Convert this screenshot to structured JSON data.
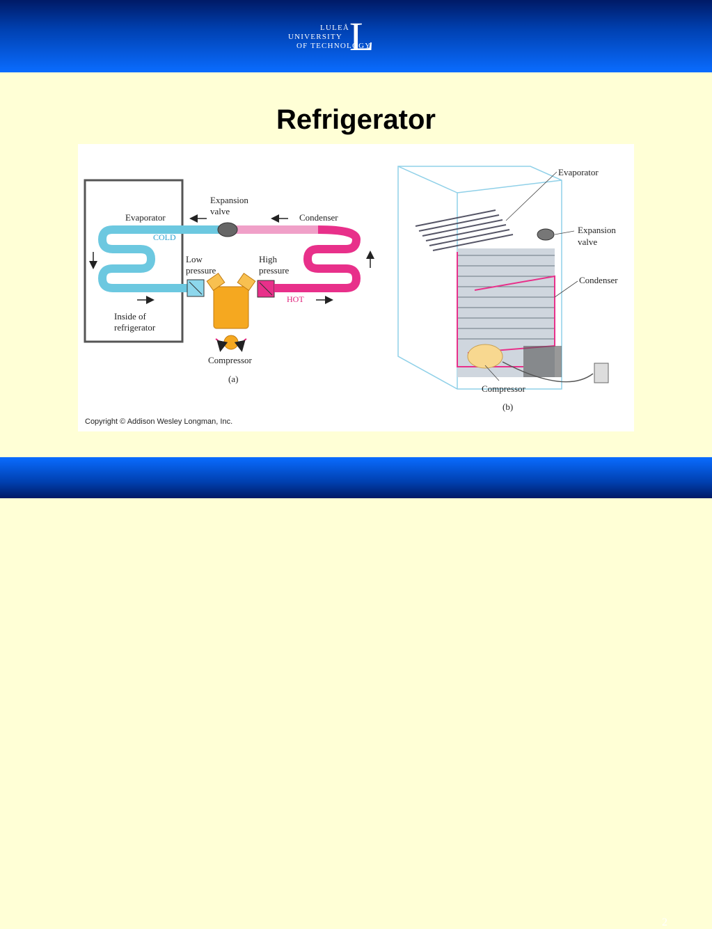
{
  "logo": {
    "line1": "LULEÅ",
    "line2": "UNIVERSITY",
    "line3": "OF TECHNOLOGY",
    "letter": "L"
  },
  "slide": {
    "title": "Refrigerator",
    "page_number": "2"
  },
  "figure_a": {
    "evaporator": "Evaporator",
    "expansion_line1": "Expansion",
    "expansion_line2": "valve",
    "condenser": "Condenser",
    "cold": "COLD",
    "low_line1": "Low",
    "low_line2": "pressure",
    "high_line1": "High",
    "high_line2": "pressure",
    "hot": "HOT",
    "inside_line1": "Inside of",
    "inside_line2": "refrigerator",
    "compressor": "Compressor",
    "caption": "(a)"
  },
  "figure_b": {
    "evaporator": "Evaporator",
    "expansion_line1": "Expansion",
    "expansion_line2": "valve",
    "condenser": "Condenser",
    "compressor": "Compressor",
    "caption": "(b)"
  },
  "copyright": "Copyright © Addison Wesley Longman, Inc.",
  "colors": {
    "cold_pipe": "#6cc8e0",
    "hot_pipe": "#e8308a",
    "warm_pipe": "#f0a0c8",
    "compressor": "#f5a820",
    "cold_text": "#2aa0d0",
    "hot_text": "#e0207a"
  }
}
